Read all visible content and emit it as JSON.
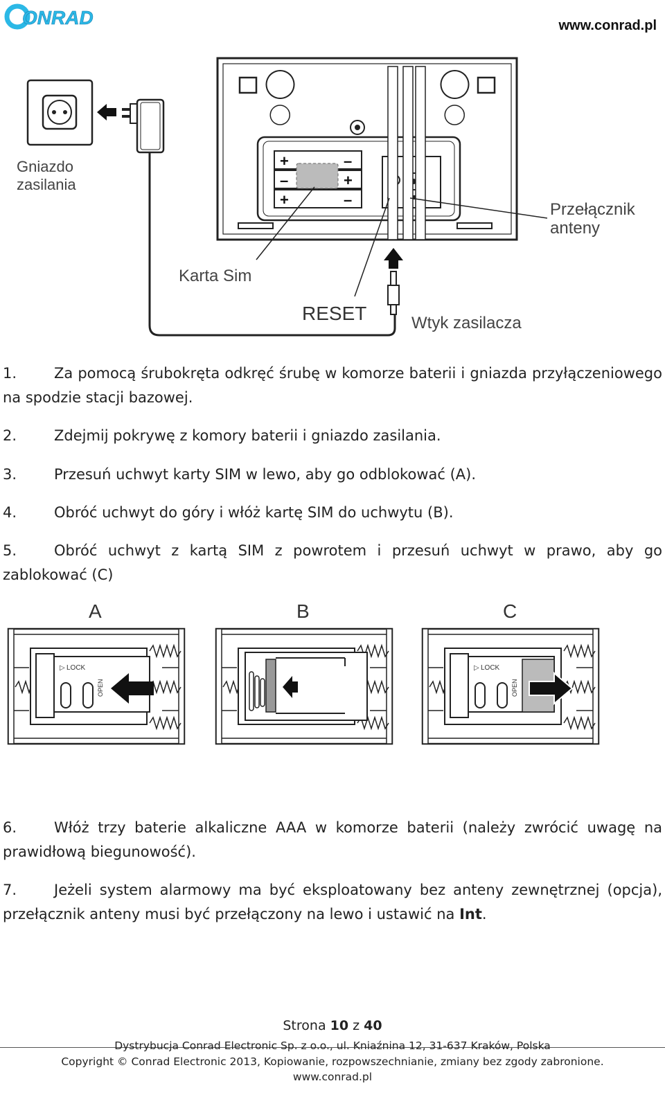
{
  "header": {
    "site": "www.conrad.pl",
    "logo_text": "CONRAD"
  },
  "diagram": {
    "labels": {
      "socket": [
        "Gniazdo",
        "zasilania"
      ],
      "sim_card": "Karta Sim",
      "reset": "RESET",
      "power_plug": "Wtyk zasilacza",
      "antenna_switch": [
        "Przełącznik",
        "anteny"
      ]
    },
    "sim_panels": [
      {
        "letter": "A",
        "lock": "LOCK",
        "open": "OPEN"
      },
      {
        "letter": "B"
      },
      {
        "letter": "C",
        "lock": "LOCK",
        "open": "OPEN"
      }
    ]
  },
  "steps": [
    {
      "num": "1.",
      "text": "Za pomocą śrubokręta odkręć śrubę w komorze baterii i gniazda przyłączeniowego na spodzie stacji bazowej."
    },
    {
      "num": "2.",
      "text": "Zdejmij pokrywę z komory baterii i gniazdo zasilania."
    },
    {
      "num": "3.",
      "text": "Przesuń uchwyt karty SIM w lewo, aby go odblokować (A)."
    },
    {
      "num": "4.",
      "text": "Obróć uchwyt do góry i włóż kartę SIM do uchwytu (B)."
    },
    {
      "num": "5.",
      "text": "Obróć uchwyt z kartą SIM z powrotem i przesuń uchwyt w prawo, aby go zablokować (C)"
    },
    {
      "num": "6.",
      "text": "Włóż trzy baterie alkaliczne AAA w komorze baterii (należy zwrócić uwagę na prawidłową biegunowość)."
    },
    {
      "num": "7.",
      "text": "Jeżeli system alarmowy ma być eksploatowany bez anteny zewnętrznej (opcja), przełącznik anteny musi być przełączony na lewo i ustawić na ",
      "bold": "Int",
      "end": "."
    }
  ],
  "footer": {
    "page_label": "Strona",
    "page_current": "10",
    "page_sep": "z",
    "page_total": "40",
    "line1": "Dystrybucja Conrad Electronic Sp. z o.o., ul. Kniaźnina 12, 31-637 Kraków, Polska",
    "line2": "Copyright © Conrad Electronic 2013, Kopiowanie, rozpowszechnianie, zmiany bez zgody zabronione.",
    "line3": "www.conrad.pl"
  }
}
